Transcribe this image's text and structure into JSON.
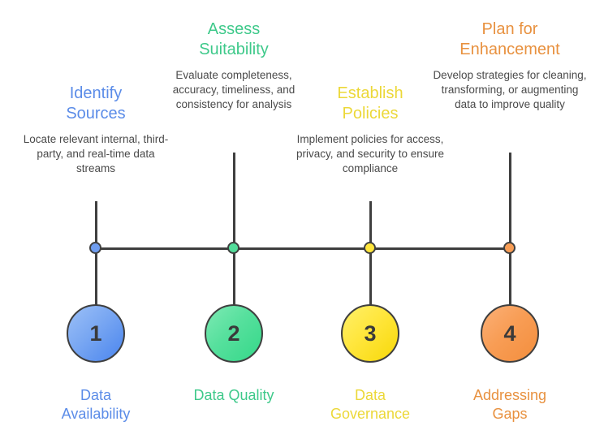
{
  "diagram": {
    "type": "timeline-process",
    "step_count": 4,
    "axis_color": "#3f3f3f",
    "background": "#ffffff"
  },
  "steps": [
    {
      "number": "1",
      "title": "Identify Sources",
      "title_line1": "Identify",
      "title_line2": "Sources",
      "description": "Locate relevant internal, third-party, and real-time data streams",
      "footer": "Data Availability",
      "footer_line1": "Data",
      "footer_line2": "Availability",
      "color": "#5b8ce8",
      "dot_color": "#6f9df0",
      "fill_light": "#9cc0f7",
      "fill_dark": "#4a85ee",
      "position": "low"
    },
    {
      "number": "2",
      "title": "Assess Suitability",
      "title_line1": "Assess",
      "title_line2": "Suitability",
      "description": "Evaluate completeness, accuracy, timeliness, and consistency for analysis",
      "footer": "Data Quality",
      "footer_line1": "Data Quality",
      "footer_line2": "",
      "color": "#3ec98a",
      "dot_color": "#52dd9a",
      "fill_light": "#7eeab4",
      "fill_dark": "#35d889",
      "position": "high"
    },
    {
      "number": "3",
      "title": "Establish Policies",
      "title_line1": "Establish",
      "title_line2": "Policies",
      "description": "Implement policies for access, privacy, and security to ensure compliance",
      "footer": "Data Governance",
      "footer_line1": "Data",
      "footer_line2": "Governance",
      "color": "#ecd838",
      "dot_color": "#ffe63c",
      "fill_light": "#fff06a",
      "fill_dark": "#f7d808",
      "position": "low"
    },
    {
      "number": "4",
      "title": "Plan for Enhancement",
      "title_line1": "Plan for",
      "title_line2": "Enhancement",
      "description": "Develop strategies for cleaning, transforming, or augmenting data to improve quality",
      "footer": "Addressing Gaps",
      "footer_line1": "Addressing",
      "footer_line2": "Gaps",
      "color": "#e8913f",
      "dot_color": "#f89d55",
      "fill_light": "#fbb077",
      "fill_dark": "#f38e3d",
      "position": "high"
    }
  ]
}
